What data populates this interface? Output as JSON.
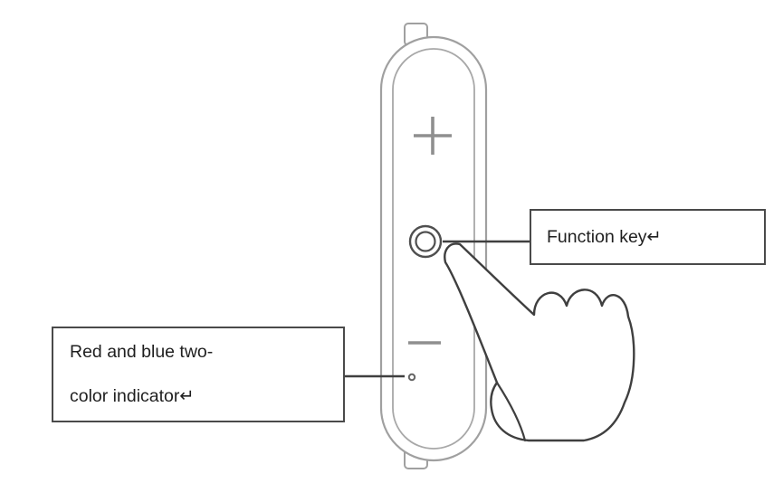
{
  "diagram": {
    "subject": "remote-control-device-illustration",
    "callouts": {
      "function_key": {
        "label": "Function key↵"
      },
      "indicator": {
        "label_line1": "Red and blue two-",
        "label_line2": "color indicator↵"
      }
    },
    "icons": {
      "plus": "+",
      "minus": "−",
      "function_key": "concentric-circle-button",
      "indicator": "small-dot-led",
      "hand": "pointing-hand"
    },
    "colors": {
      "background": "#ffffff",
      "device_outline": "#a0a0a0",
      "button_outline": "#555555",
      "hand_outline": "#3f3f3f",
      "callout_border": "#4a4a4a",
      "text": "#1f1f1f"
    }
  }
}
